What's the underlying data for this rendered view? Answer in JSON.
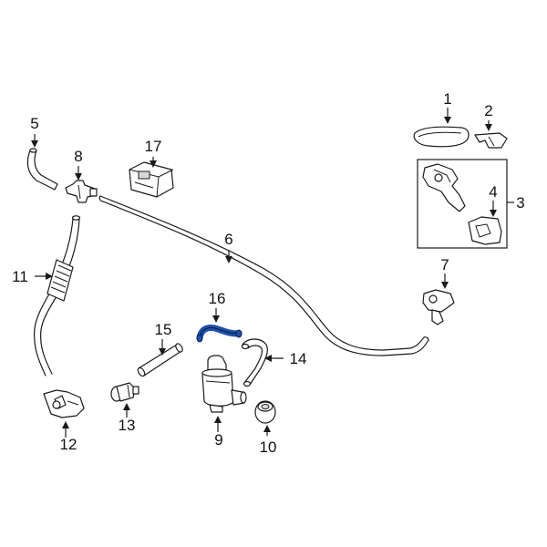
{
  "callouts": {
    "c1": "1",
    "c2": "2",
    "c3": "3",
    "c4": "4",
    "c5": "5",
    "c6": "6",
    "c7": "7",
    "c8": "8",
    "c9": "9",
    "c10": "10",
    "c11": "11",
    "c12": "12",
    "c13": "13",
    "c14": "14",
    "c15": "15",
    "c16": "16",
    "c17": "17"
  },
  "colors": {
    "highlight": "#1f4fa8",
    "line": "#1a1a1a",
    "background": "#ffffff"
  }
}
